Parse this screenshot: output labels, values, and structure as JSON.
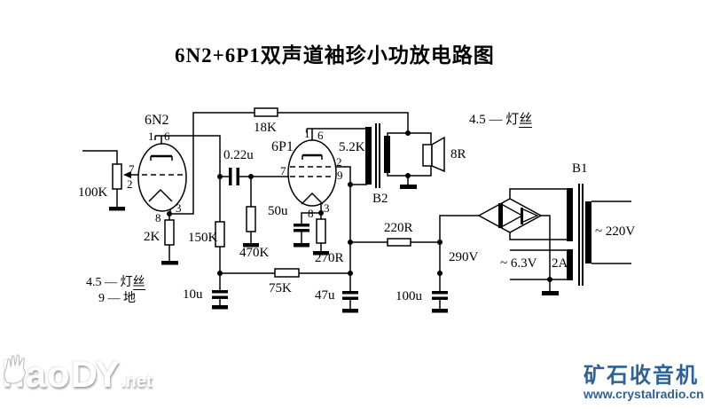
{
  "title": "6N2+6P1双声道袖珍小功放电路图",
  "input_stage": {
    "tube_name": "6N2",
    "pins": {
      "plate1": "1",
      "plate2": "6",
      "grid1": "7",
      "grid2": "2",
      "cathode1": "8",
      "cathode2": "3"
    },
    "volume_pot": "100K",
    "cathode_resistor": "2K",
    "plate_resistor": "150K",
    "coupling_cap": "0.22u",
    "feedback_resistor": "18K"
  },
  "output_stage": {
    "tube_name": "6P1",
    "pins": {
      "plate1": "1",
      "plate2": "6",
      "grid": "7",
      "screen1": "2",
      "screen2": "9",
      "cathode1": "8",
      "cathode2": "3"
    },
    "grid_resistor": "470K",
    "cathode_cap": "50u",
    "cathode_resistor": "270R",
    "output_transformer": "B2",
    "primary_impedance": "5.2K",
    "speaker_impedance": "8R"
  },
  "power_supply": {
    "decoupling_resistor": "75K",
    "filter_cap_a": "10u",
    "filter_cap_b": "47u",
    "filter_cap_c": "100u",
    "dropping_resistor": "220R",
    "rectified_voltage": "290V",
    "power_transformer": "B1",
    "mains": "~ 220V",
    "heater_winding": "~ 6.3V",
    "heater_current": "2A"
  },
  "annotations": {
    "heater_pin_top_prefix": "4.5 — 灯",
    "heater_pin_top_underlined": "丝",
    "heater_pin_bottom_prefix": "4.5 — 灯",
    "heater_pin_bottom_underlined": "丝",
    "ground_pin": "9 — 地"
  },
  "watermarks": {
    "left_part1": "haoD",
    "left_part2": "Y",
    "left_suffix": ".net",
    "right_name": "矿石收音机",
    "right_url": "www.crystalradio.cn"
  },
  "colors": {
    "ink": "#000000",
    "background": "#ffffff",
    "watermark_blue": "#2e6296"
  }
}
